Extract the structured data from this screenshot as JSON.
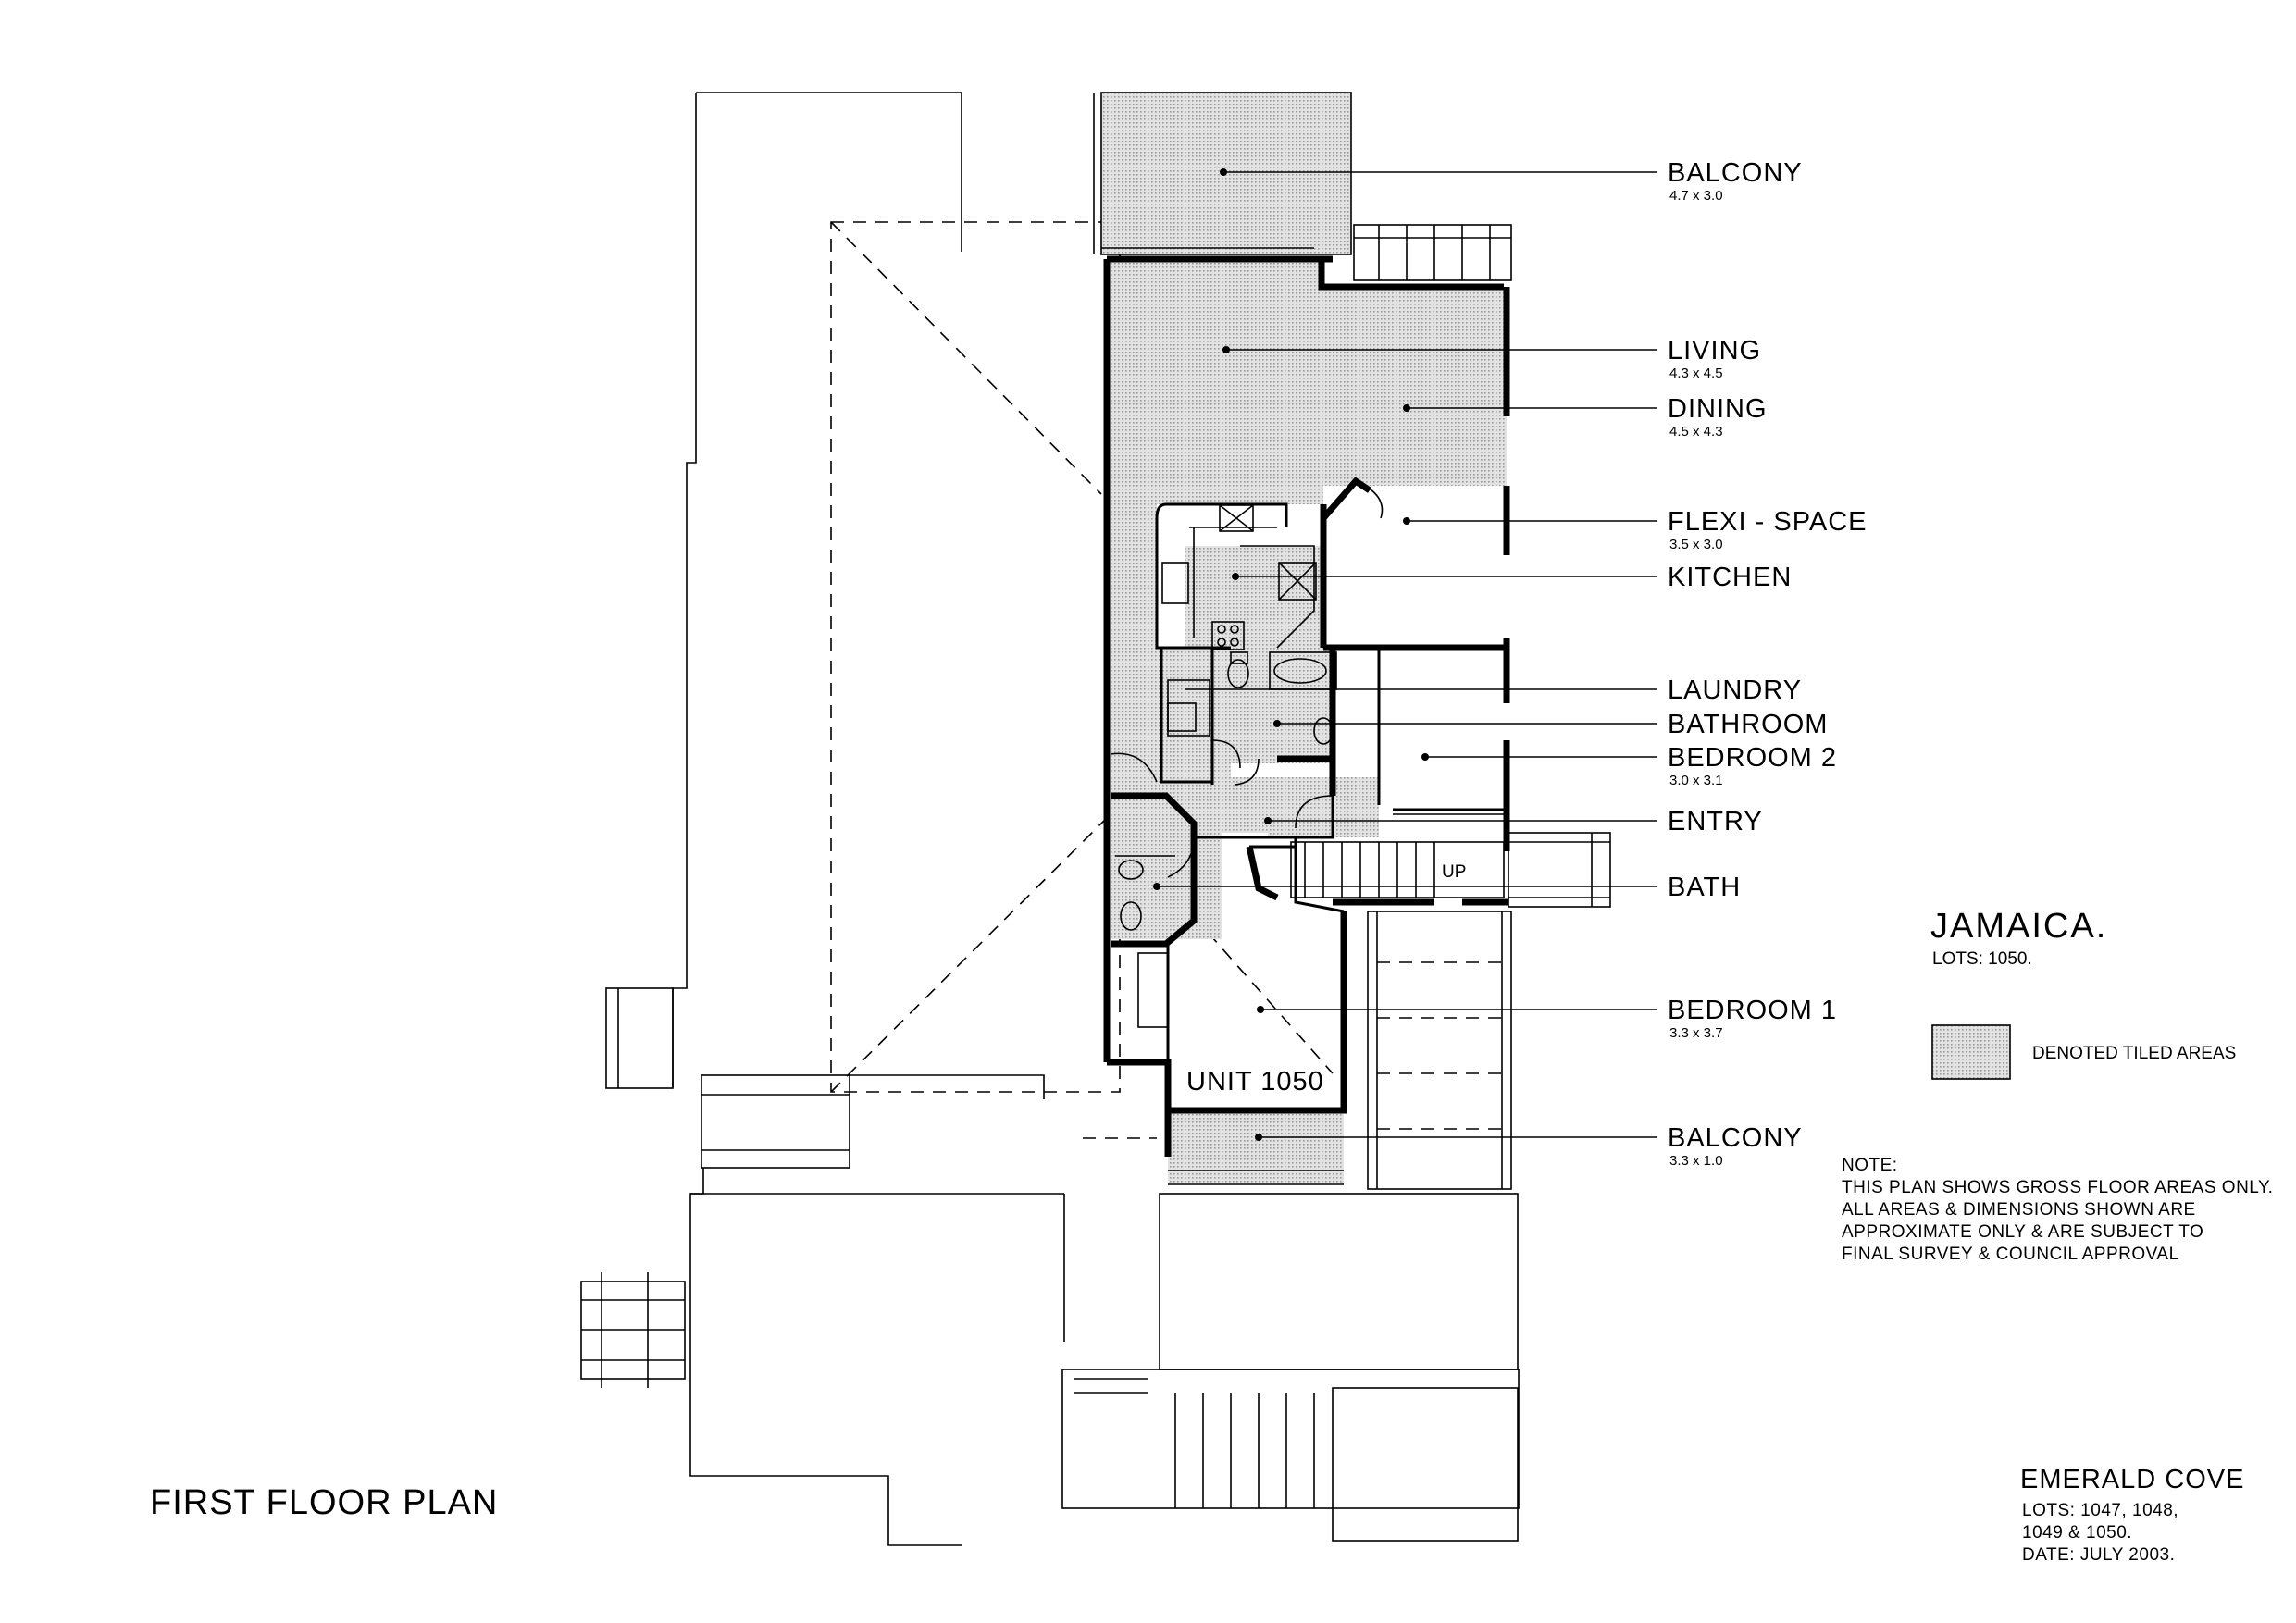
{
  "plan_title": "FIRST FLOOR PLAN",
  "unit_label": "UNIT 1050",
  "stair_label": "UP",
  "rooms": [
    {
      "name": "BALCONY",
      "dims": "4.7 x 3.0"
    },
    {
      "name": "LIVING",
      "dims": "4.3 x 4.5"
    },
    {
      "name": "DINING",
      "dims": "4.5 x 4.3"
    },
    {
      "name": "FLEXI - SPACE",
      "dims": "3.5 x 3.0"
    },
    {
      "name": "KITCHEN",
      "dims": ""
    },
    {
      "name": "LAUNDRY",
      "dims": ""
    },
    {
      "name": "BATHROOM",
      "dims": ""
    },
    {
      "name": "BEDROOM 2",
      "dims": "3.0 x 3.1"
    },
    {
      "name": "ENTRY",
      "dims": ""
    },
    {
      "name": "BATH",
      "dims": ""
    },
    {
      "name": "BEDROOM 1",
      "dims": "3.3 x 3.7"
    },
    {
      "name": "BALCONY",
      "dims": "3.3 x 1.0"
    }
  ],
  "design": {
    "name": "JAMAICA.",
    "lots": "LOTS: 1050."
  },
  "legend": {
    "label": "DENOTED TILED AREAS"
  },
  "note": {
    "heading": "NOTE:",
    "lines": [
      "THIS PLAN SHOWS GROSS FLOOR AREAS ONLY.",
      "ALL AREAS & DIMENSIONS SHOWN ARE",
      "APPROXIMATE ONLY & ARE SUBJECT TO",
      "FINAL SURVEY & COUNCIL APPROVAL"
    ]
  },
  "project": {
    "name": "EMERALD COVE",
    "lines": [
      "LOTS: 1047, 1048,",
      "1049 & 1050.",
      "DATE: JULY 2003."
    ]
  },
  "colors": {
    "line": "#000000",
    "tile_fill": "#cfcfcf",
    "background": "#ffffff"
  }
}
